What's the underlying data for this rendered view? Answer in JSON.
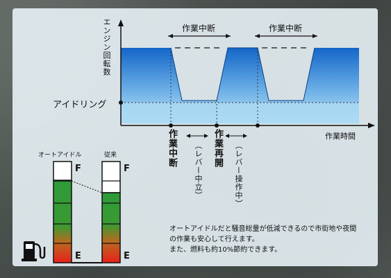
{
  "rpm_axis_label": "エンジン回転数",
  "time_axis_label": "作業時間",
  "idle_label": "アイドリング",
  "interruption_labels": [
    "作業中断",
    "作業中断"
  ],
  "event_labels": [
    "作業中断",
    "作業再開"
  ],
  "lever_labels": [
    "（レバー中立）",
    "（レバー操作中）"
  ],
  "gauge": {
    "auto_idle_label": "オートアイドル",
    "conventional_label": "従来",
    "full_mark": "F",
    "empty_mark": "E"
  },
  "note": "オートアイドルだと騒音総量が低減できるので市街地や夜間の作業も安心して行えます。\nまた、燃料も約10%節約できます。",
  "colors": {
    "high_rpm": "#1a6fd0",
    "idle_band": "#a8d8f4",
    "gauge_green": "#2e9a3a",
    "gauge_red": "#e0201a"
  }
}
